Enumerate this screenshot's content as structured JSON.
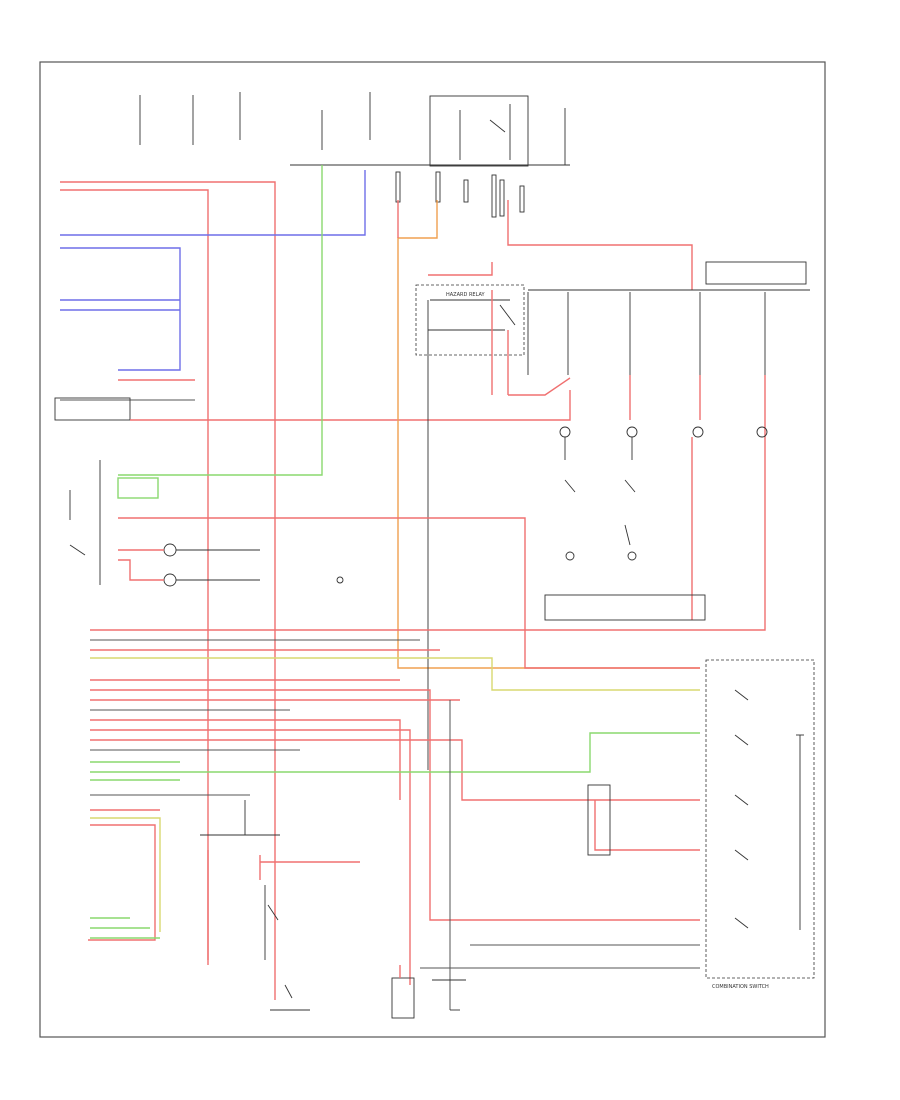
{
  "diagram": {
    "kind": "automotive wiring schematic",
    "wire_colors": {
      "red": "#f07070",
      "blue": "#6f6fe8",
      "green": "#8ad86f",
      "orange": "#f0a050",
      "yellow": "#d8d870",
      "black": "#333333"
    },
    "labels": {
      "combination_switch": "COMBINATION SWITCH",
      "hazard_relay": "HAZARD RELAY"
    },
    "note": ""
  }
}
